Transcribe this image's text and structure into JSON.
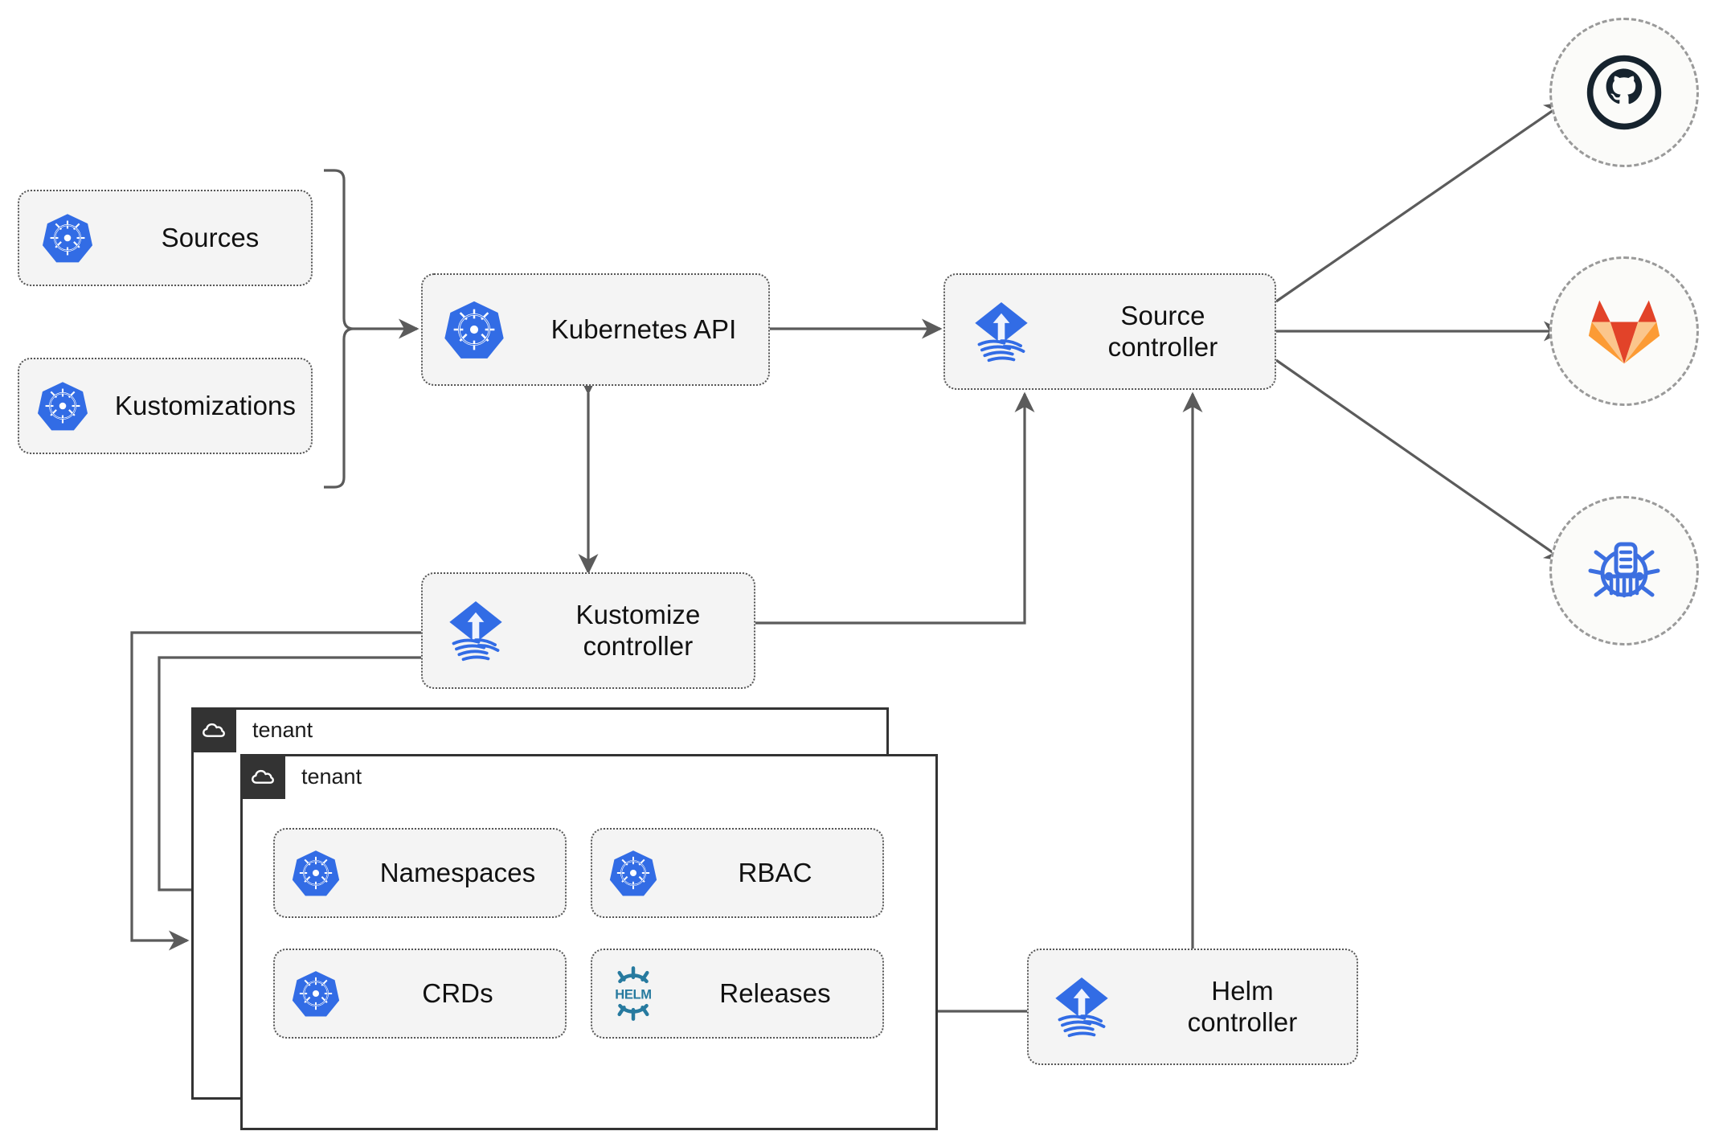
{
  "diagram": {
    "title": "Flux GitOps toolkit architecture",
    "colors": {
      "k8s_blue": "#326ce5",
      "flux_blue": "#326ce5",
      "helm_teal": "#277a9f",
      "github_dark": "#16232e",
      "gitlab_orange": "#e24329",
      "gitlab_amber": "#fc9b35",
      "bucket_blue": "#3c6fe0",
      "card_fill": "#f4f4f4",
      "card_border": "#555555",
      "circle_border": "#9a9a9a",
      "wire": "#5b5b5b",
      "tenant_border": "#333333",
      "tenant_header": "#333333"
    },
    "resources": [
      {
        "id": "sources",
        "label": "Sources",
        "icon": "kubernetes-icon"
      },
      {
        "id": "kustomizations",
        "label": "Kustomizations",
        "icon": "kubernetes-icon"
      },
      {
        "id": "k8s-api",
        "label": "Kubernetes API",
        "icon": "kubernetes-icon"
      },
      {
        "id": "source-ctl",
        "label": "Source\ncontroller",
        "icon": "flux-icon"
      },
      {
        "id": "kustomize-ctl",
        "label": "Kustomize\ncontroller",
        "icon": "flux-icon"
      },
      {
        "id": "helm-ctl",
        "label": "Helm\ncontroller",
        "icon": "flux-icon"
      }
    ],
    "providers": [
      {
        "id": "github",
        "label": "github-icon",
        "icon": "github-icon"
      },
      {
        "id": "gitlab",
        "label": "gitlab-icon",
        "icon": "gitlab-icon"
      },
      {
        "id": "bucket",
        "label": "bucket-icon",
        "icon": "bucket-icon"
      }
    ],
    "tenants": [
      {
        "id": "tenant-back",
        "label": "tenant",
        "icon": "cloud-icon"
      },
      {
        "id": "tenant-front",
        "label": "tenant",
        "icon": "cloud-icon"
      }
    ],
    "tenant_resources": [
      {
        "id": "namespaces",
        "label": "Namespaces",
        "icon": "kubernetes-icon"
      },
      {
        "id": "rbac",
        "label": "RBAC",
        "icon": "kubernetes-icon"
      },
      {
        "id": "crds",
        "label": "CRDs",
        "icon": "kubernetes-icon"
      },
      {
        "id": "releases",
        "label": "Releases",
        "icon": "helm-icon"
      }
    ],
    "connections": [
      {
        "from": "sources,kustomizations",
        "to": "k8s-api",
        "style": "bracket-arrow"
      },
      {
        "from": "k8s-api",
        "to": "source-ctl",
        "style": "bidirectional"
      },
      {
        "from": "kustomize-ctl",
        "to": "k8s-api",
        "style": "bidirectional-vertical"
      },
      {
        "from": "kustomize-ctl",
        "to": "source-ctl",
        "style": "elbow-arrow"
      },
      {
        "from": "helm-ctl",
        "to": "source-ctl",
        "style": "vertical-arrow"
      },
      {
        "from": "source-ctl",
        "to": "github",
        "style": "diagonal-arrow"
      },
      {
        "from": "source-ctl",
        "to": "gitlab",
        "style": "straight-arrow"
      },
      {
        "from": "source-ctl",
        "to": "bucket",
        "style": "diagonal-arrow"
      },
      {
        "from": "kustomize-ctl",
        "to": "tenant-back",
        "style": "elbow-arrow"
      },
      {
        "from": "kustomize-ctl",
        "to": "tenant-front",
        "style": "elbow-arrow"
      },
      {
        "from": "helm-ctl",
        "to": "releases",
        "style": "straight-arrow"
      }
    ]
  }
}
